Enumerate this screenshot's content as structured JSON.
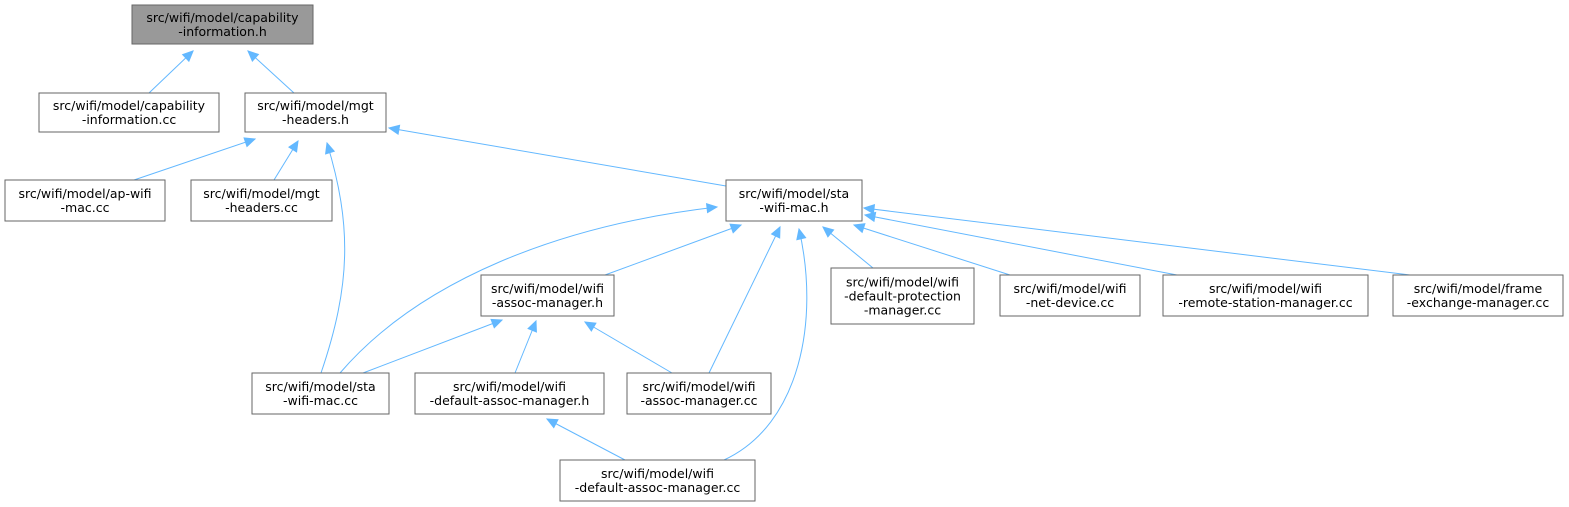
{
  "colors": {
    "edge": "#63b8ff",
    "root_fill": "#999999",
    "node_border": "#666666"
  },
  "nodes": [
    {
      "id": "n0",
      "lines": [
        "src/wifi/model/capability",
        "-information.h"
      ],
      "root": true
    },
    {
      "id": "n1",
      "lines": [
        "src/wifi/model/capability",
        "-information.cc"
      ]
    },
    {
      "id": "n2",
      "lines": [
        "src/wifi/model/mgt",
        "-headers.h"
      ]
    },
    {
      "id": "n3",
      "lines": [
        "src/wifi/model/ap-wifi",
        "-mac.cc"
      ]
    },
    {
      "id": "n4",
      "lines": [
        "src/wifi/model/mgt",
        "-headers.cc"
      ]
    },
    {
      "id": "n5",
      "lines": [
        "src/wifi/model/sta",
        "-wifi-mac.h"
      ]
    },
    {
      "id": "n6",
      "lines": [
        "src/wifi/model/wifi",
        "-assoc-manager.h"
      ]
    },
    {
      "id": "n7",
      "lines": [
        "src/wifi/model/wifi",
        "-default-protection",
        "-manager.cc"
      ]
    },
    {
      "id": "n8",
      "lines": [
        "src/wifi/model/wifi",
        "-net-device.cc"
      ]
    },
    {
      "id": "n9",
      "lines": [
        "src/wifi/model/wifi",
        "-remote-station-manager.cc"
      ]
    },
    {
      "id": "n10",
      "lines": [
        "src/wifi/model/frame",
        "-exchange-manager.cc"
      ]
    },
    {
      "id": "n11",
      "lines": [
        "src/wifi/model/sta",
        "-wifi-mac.cc"
      ]
    },
    {
      "id": "n12",
      "lines": [
        "src/wifi/model/wifi",
        "-default-assoc-manager.h"
      ]
    },
    {
      "id": "n13",
      "lines": [
        "src/wifi/model/wifi",
        "-assoc-manager.cc"
      ]
    },
    {
      "id": "n14",
      "lines": [
        "src/wifi/model/wifi",
        "-default-assoc-manager.cc"
      ]
    }
  ],
  "edges": [
    {
      "from": "n1",
      "to": "n0"
    },
    {
      "from": "n2",
      "to": "n0"
    },
    {
      "from": "n3",
      "to": "n2"
    },
    {
      "from": "n4",
      "to": "n2"
    },
    {
      "from": "n11",
      "to": "n2"
    },
    {
      "from": "n5",
      "to": "n2"
    },
    {
      "from": "n11",
      "to": "n5"
    },
    {
      "from": "n6",
      "to": "n5"
    },
    {
      "from": "n13",
      "to": "n5"
    },
    {
      "from": "n14",
      "to": "n5"
    },
    {
      "from": "n7",
      "to": "n5"
    },
    {
      "from": "n8",
      "to": "n5"
    },
    {
      "from": "n9",
      "to": "n5"
    },
    {
      "from": "n10",
      "to": "n5"
    },
    {
      "from": "n11",
      "to": "n6"
    },
    {
      "from": "n12",
      "to": "n6"
    },
    {
      "from": "n13",
      "to": "n6"
    },
    {
      "from": "n14",
      "to": "n12"
    }
  ]
}
